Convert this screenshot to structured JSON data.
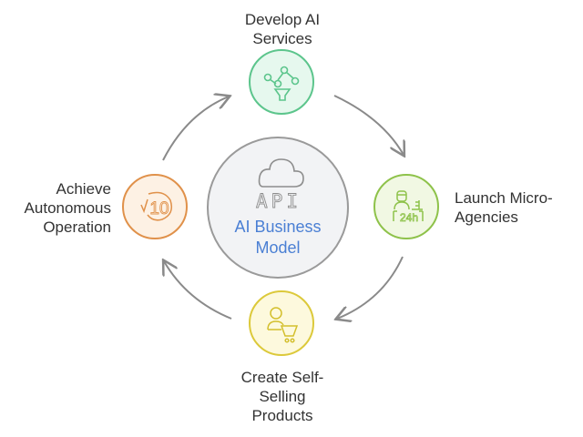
{
  "title": "AI Business Model Cycle",
  "center": {
    "icon": "cloud-api-icon",
    "api_text": "API",
    "title_line1": "AI Business",
    "title_line2": "Model",
    "fill": "#f2f3f5",
    "stroke": "#9a9a9a",
    "text_color": "#4a7fd4"
  },
  "steps": [
    {
      "id": "develop",
      "lines": [
        "Develop AI",
        "Services"
      ],
      "icon": "network-funnel-icon",
      "fill": "#e6f8ee",
      "stroke": "#5cc58c"
    },
    {
      "id": "launch",
      "lines": [
        "Launch Micro-",
        "Agencies"
      ],
      "icon": "support-desk-24h-icon",
      "icon_text": "24h",
      "fill": "#f1f8e3",
      "stroke": "#8ec24a"
    },
    {
      "id": "create",
      "lines": [
        "Create Self-",
        "Selling",
        "Products"
      ],
      "icon": "person-cart-icon",
      "fill": "#fdf9dd",
      "stroke": "#dcc93a"
    },
    {
      "id": "achieve",
      "lines": [
        "Achieve",
        "Autonomous",
        "Operation"
      ],
      "icon": "rewind-10-icon",
      "icon_text": "10",
      "fill": "#fdf1e4",
      "stroke": "#e0914a"
    }
  ],
  "arrow_color": "#8a8a8a"
}
